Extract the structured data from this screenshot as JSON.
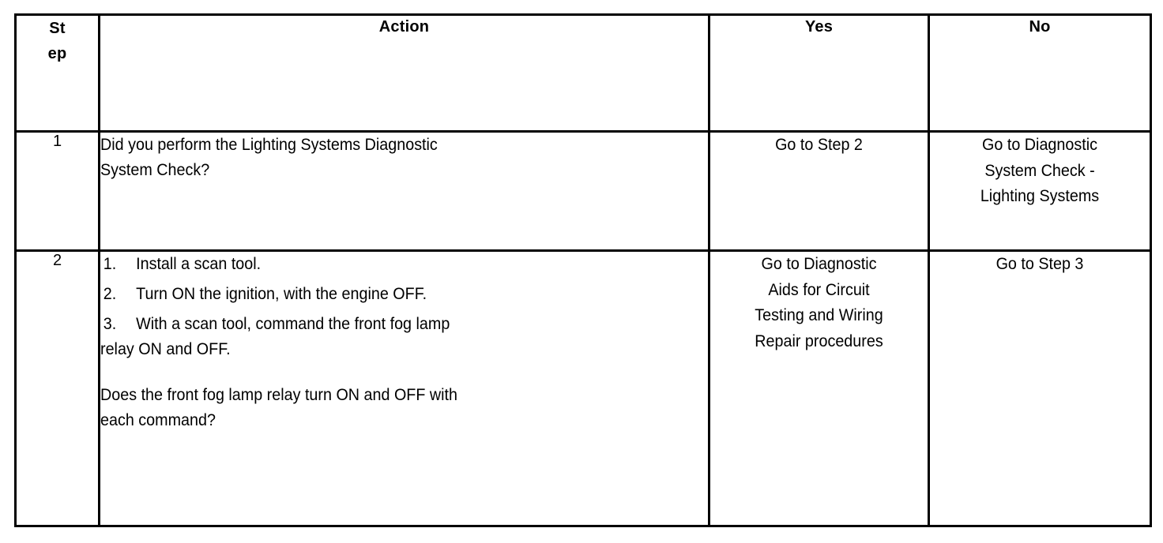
{
  "table": {
    "headers": {
      "step": "St ep",
      "step_line1": "St",
      "step_line2": "ep",
      "action": "Action",
      "yes": "Yes",
      "no": "No"
    },
    "rows": [
      {
        "step": "1",
        "action": {
          "type": "paragraph",
          "lines": [
            "Did you perform the Lighting Systems Diagnostic",
            "System Check?"
          ],
          "text": "Did you perform the Lighting Systems Diagnostic System Check?"
        },
        "yes": {
          "align": "bottom",
          "lines": [
            "Go to Step 2"
          ],
          "text": "Go to Step 2"
        },
        "no": {
          "align": "top",
          "lines": [
            "Go to Diagnostic",
            "System Check -",
            "Lighting Systems"
          ],
          "text": "Go to Diagnostic System Check - Lighting Systems"
        }
      },
      {
        "step": "2",
        "action": {
          "type": "list",
          "items": [
            {
              "number": "1.",
              "text": "Install a scan tool."
            },
            {
              "number": "2.",
              "text": "Turn ON the ignition, with the engine OFF."
            },
            {
              "number": "3.",
              "text": "With a scan tool, command the front fog lamp"
            }
          ],
          "continuation": "relay ON and OFF.",
          "question_lines": [
            " Does the front fog lamp relay turn ON and OFF with",
            "each command?"
          ],
          "question": " Does the front fog lamp relay turn ON and OFF with each command?"
        },
        "yes": {
          "align": "middle",
          "lines": [
            "Go to Diagnostic",
            "Aids for Circuit",
            "Testing and Wiring",
            "Repair procedures"
          ],
          "text": "Go to Diagnostic Aids for Circuit Testing and Wiring Repair procedures"
        },
        "no": {
          "align": "bottom",
          "lines": [
            "Go to Step 3"
          ],
          "text": "Go to Step 3"
        }
      }
    ]
  },
  "style": {
    "border_color": "#000000",
    "text_color": "#000000",
    "background": "#ffffff"
  }
}
